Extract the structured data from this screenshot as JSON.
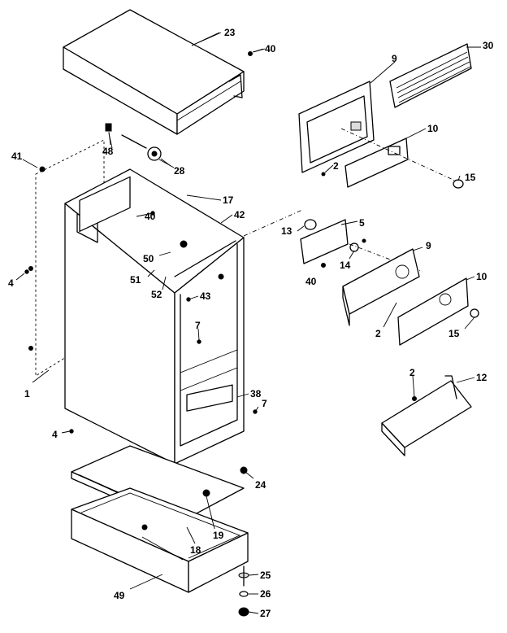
{
  "diagram": {
    "labels": {
      "p1": "1",
      "p2a": "2",
      "p2b": "2",
      "p2c": "2",
      "p4a": "4",
      "p4b": "4",
      "p5": "5",
      "p7a": "7",
      "p7b": "7",
      "p9a": "9",
      "p9b": "9",
      "p10a": "10",
      "p10b": "10",
      "p12": "12",
      "p13": "13",
      "p14": "14",
      "p15a": "15",
      "p15b": "15",
      "p17": "17",
      "p18": "18",
      "p19": "19",
      "p23": "23",
      "p24": "24",
      "p25": "25",
      "p26": "26",
      "p27": "27",
      "p28": "28",
      "p30": "30",
      "p38": "38",
      "p40a": "40",
      "p40b": "40",
      "p40c": "40",
      "p41": "41",
      "p42": "42",
      "p43": "43",
      "p48": "48",
      "p49": "49",
      "p50": "50",
      "p51": "51",
      "p52": "52"
    }
  }
}
